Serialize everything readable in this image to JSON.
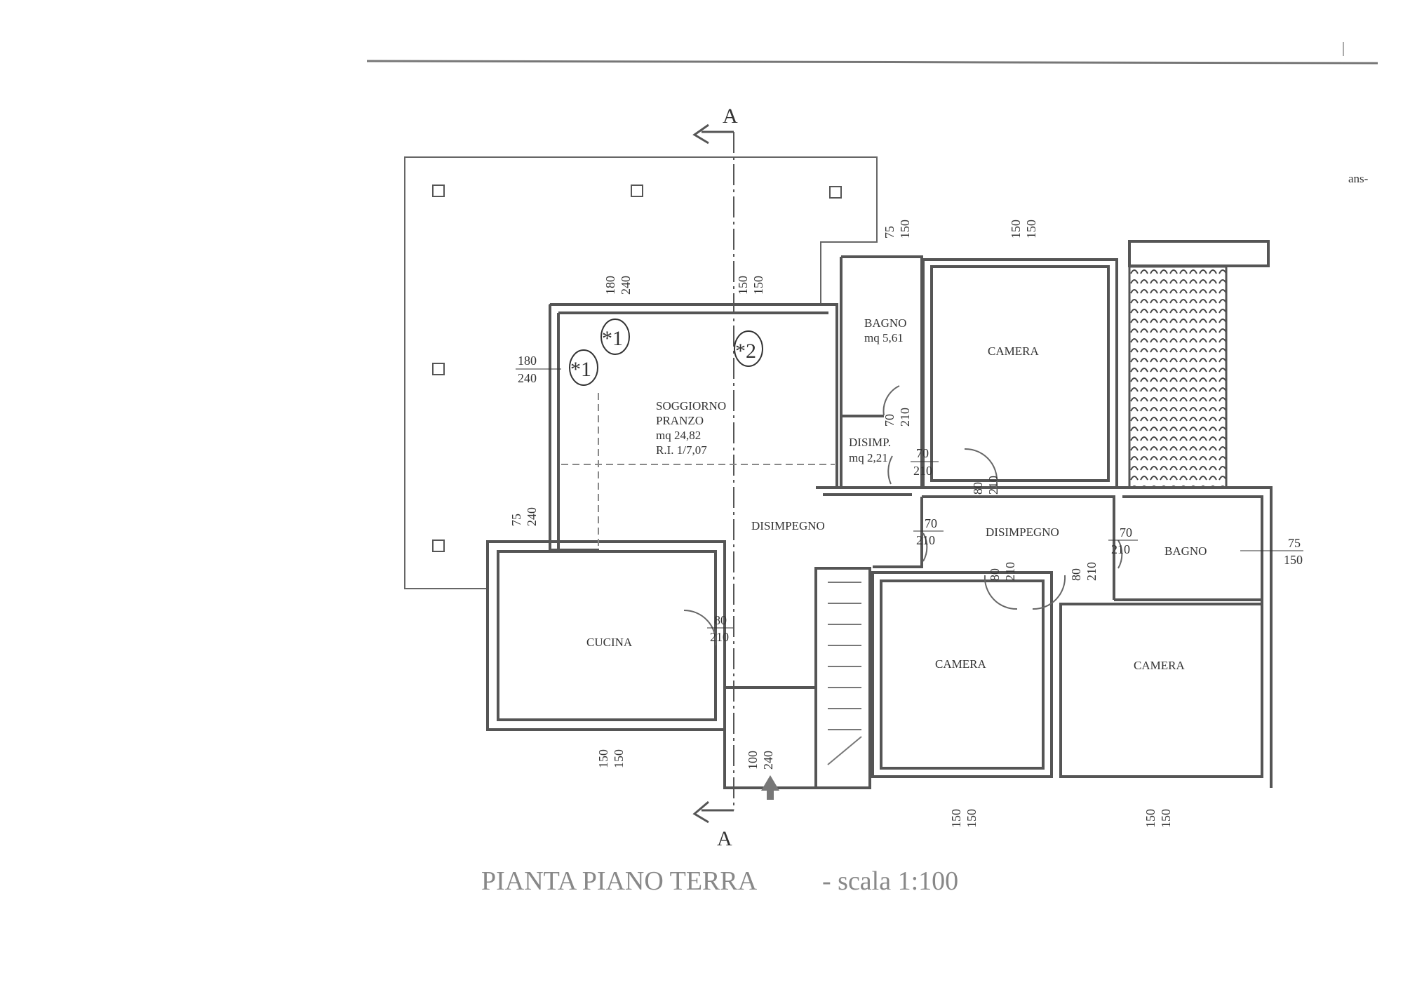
{
  "title": "PIANTA PIANO TERRA",
  "scale": "- scala 1:100",
  "section_marker": "A",
  "margin_note": "ans-",
  "rooms": {
    "soggiorno": {
      "name1": "SOGGIORNO",
      "name2": "PRANZO",
      "area": "mq 24,82",
      "ri": "R.I. 1/7,07"
    },
    "bagno_top": {
      "name": "BAGNO",
      "area": "mq 5,61"
    },
    "disimp_small": {
      "name": "DISIMP.",
      "area": "mq 2,21"
    },
    "camera_top": {
      "name": "CAMERA"
    },
    "disimpegno_main": {
      "name": "DISIMPEGNO"
    },
    "disimpegno_right": {
      "name": "DISIMPEGNO"
    },
    "bagno_right": {
      "name": "BAGNO"
    },
    "cucina": {
      "name": "CUCINA"
    },
    "camera_mid": {
      "name": "CAMERA"
    },
    "camera_right": {
      "name": "CAMERA"
    }
  },
  "markers": {
    "m1": "*1",
    "m2": "*2"
  },
  "dims": {
    "w_sog_top1": [
      "180",
      "240"
    ],
    "w_sog_top2": [
      "150",
      "150"
    ],
    "w_sog_left": [
      "180",
      "240"
    ],
    "w_bagno_top": [
      "75",
      "150"
    ],
    "w_camera_top": [
      "150",
      "150"
    ],
    "d_bagno": [
      "70",
      "210"
    ],
    "d_disimp": [
      "70",
      "210"
    ],
    "d_camera_top": [
      "80",
      "210"
    ],
    "d_disimp_left": [
      "70",
      "210"
    ],
    "d_bagno_right": [
      "70",
      "210"
    ],
    "d_camera_mid": [
      "80",
      "210"
    ],
    "d_camera_right": [
      "80",
      "210"
    ],
    "w_bagno_right": [
      "75",
      "150"
    ],
    "w_cucina_left": [
      "75",
      "240"
    ],
    "d_cucina": [
      "80",
      "210"
    ],
    "w_cucina_bottom": [
      "150",
      "150"
    ],
    "d_entrance": [
      "100",
      "240"
    ],
    "w_camera_mid": [
      "150",
      "150"
    ],
    "w_camera_right": [
      "150",
      "150"
    ]
  }
}
